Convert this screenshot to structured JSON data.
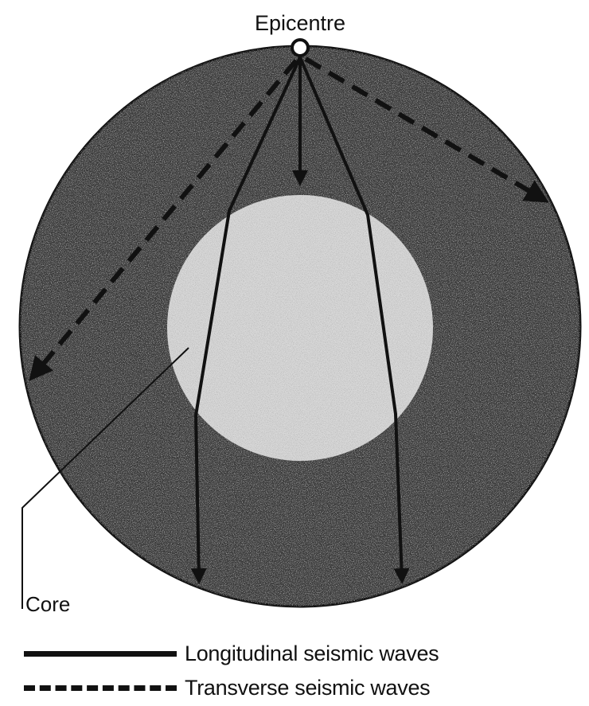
{
  "diagram": {
    "epicentre_label": "Epicentre",
    "core_label": "Core",
    "legend": {
      "longitudinal": "Longitudinal seismic waves",
      "transverse": "Transverse seismic waves"
    },
    "colors": {
      "mantle": "#3a3a3a",
      "core": "#d4d4d4",
      "lines": "#111111"
    }
  }
}
